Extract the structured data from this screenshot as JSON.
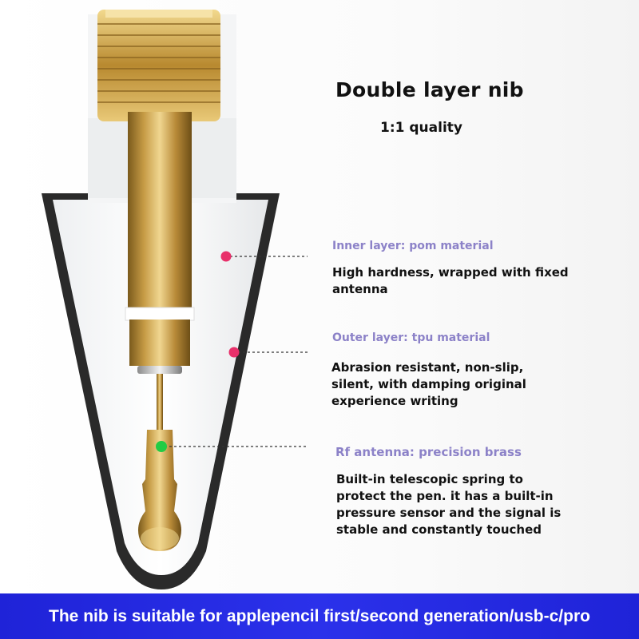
{
  "heading": {
    "title": "Double layer nib",
    "subtitle": "1:1 quality"
  },
  "callouts": [
    {
      "label": "Inner layer: pom material",
      "description": "High hardness, wrapped with fixed antenna",
      "dot_color": "#e8306a"
    },
    {
      "label": "Outer layer: tpu material",
      "description": "Abrasion resistant, non-slip, silent, with damping original experience writing",
      "dot_color": "#e8306a"
    },
    {
      "label": "Rf antenna: precision brass",
      "description": "Built-in telescopic spring to protect the pen. it has a built-in pressure sensor and the signal is stable and constantly touched",
      "dot_color": "#22cc44"
    }
  ],
  "footer": {
    "text": "The nib is suitable for applepencil first/second generation/usb-c/pro"
  },
  "colors": {
    "label_purple": "#8c82c8",
    "footer_blue": "#2329e0",
    "brass": "#c9a24a",
    "outer_shell": "#2b2b2b"
  }
}
